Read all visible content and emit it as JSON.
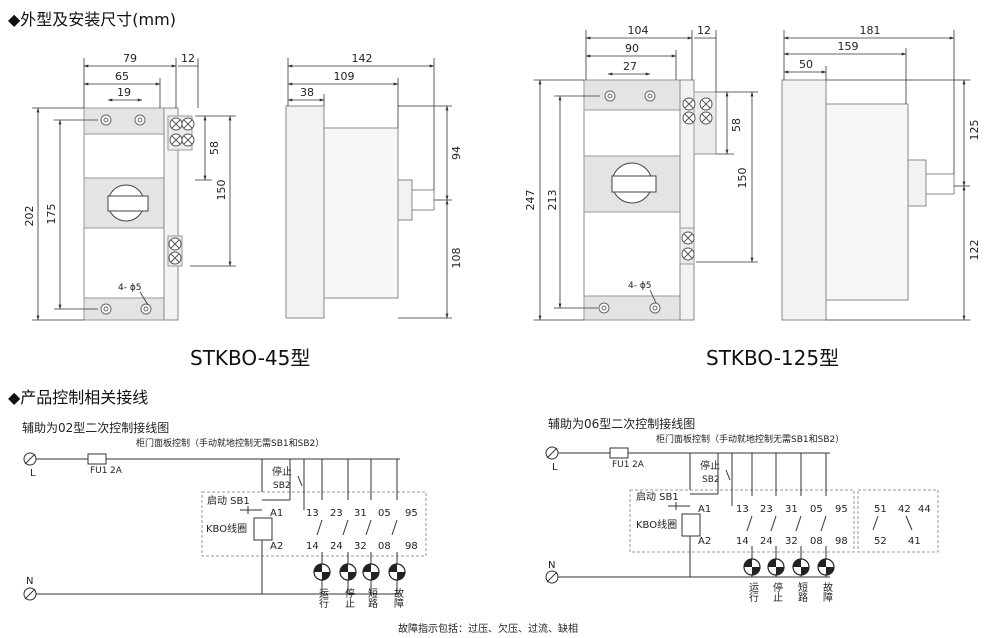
{
  "sections": {
    "dimensions": "◆外型及安装尺寸(mm)",
    "wiring": "◆产品控制相关接线"
  },
  "models": {
    "m45": "STKBO-45型",
    "m125": "STKBO-125型"
  },
  "dims45": {
    "w79": "79",
    "w12": "12",
    "w65": "65",
    "w19": "19",
    "h202": "202",
    "h175": "175",
    "h58": "58",
    "h150": "150",
    "hole": "4- ϕ5",
    "s142": "142",
    "s109": "109",
    "s38": "38",
    "s94": "94",
    "s108": "108"
  },
  "dims125": {
    "w104": "104",
    "w12": "12",
    "w90": "90",
    "w27": "27",
    "h247": "247",
    "h213": "213",
    "h58": "58",
    "h150": "150",
    "hole": "4- ϕ5",
    "s181": "181",
    "s159": "159",
    "s50": "50",
    "s125": "125",
    "s122": "122"
  },
  "wiring02": {
    "title": "辅助为02型二次控制接线图",
    "subtitle": "柜门面板控制（手动就地控制无需SB1和SB2）",
    "L": "L",
    "N": "N",
    "fuse": "FU1",
    "fuse_rating": "2A",
    "stop": "停止",
    "sb2": "SB2",
    "start": "启动 SB1",
    "a1": "A1",
    "a2": "A2",
    "coil": "KBO线圈",
    "top_terms": [
      "13",
      "23",
      "31",
      "05",
      "95"
    ],
    "bot_terms": [
      "14",
      "24",
      "32",
      "08",
      "98"
    ],
    "lamps": [
      "运行",
      "停止",
      "短路",
      "故障"
    ]
  },
  "wiring06": {
    "title": "辅助为06型二次控制接线图",
    "subtitle": "柜门面板控制（手动就地控制无需SB1和SB2）",
    "L": "L",
    "N": "N",
    "fuse": "FU1",
    "fuse_rating": "2A",
    "stop": "停止",
    "sb2": "SB2",
    "start": "启动 SB1",
    "a1": "A1",
    "a2": "A2",
    "coil": "KBO线圈",
    "top_terms": [
      "13",
      "23",
      "31",
      "05",
      "95"
    ],
    "bot_terms": [
      "14",
      "24",
      "32",
      "08",
      "98"
    ],
    "extra_top": [
      "51",
      "42",
      "44"
    ],
    "extra_bot": [
      "52",
      "41"
    ],
    "lamps": [
      "运行",
      "停止",
      "短路",
      "故障"
    ]
  },
  "footnote": "故障指示包括：过压、欠压、过流、缺相"
}
